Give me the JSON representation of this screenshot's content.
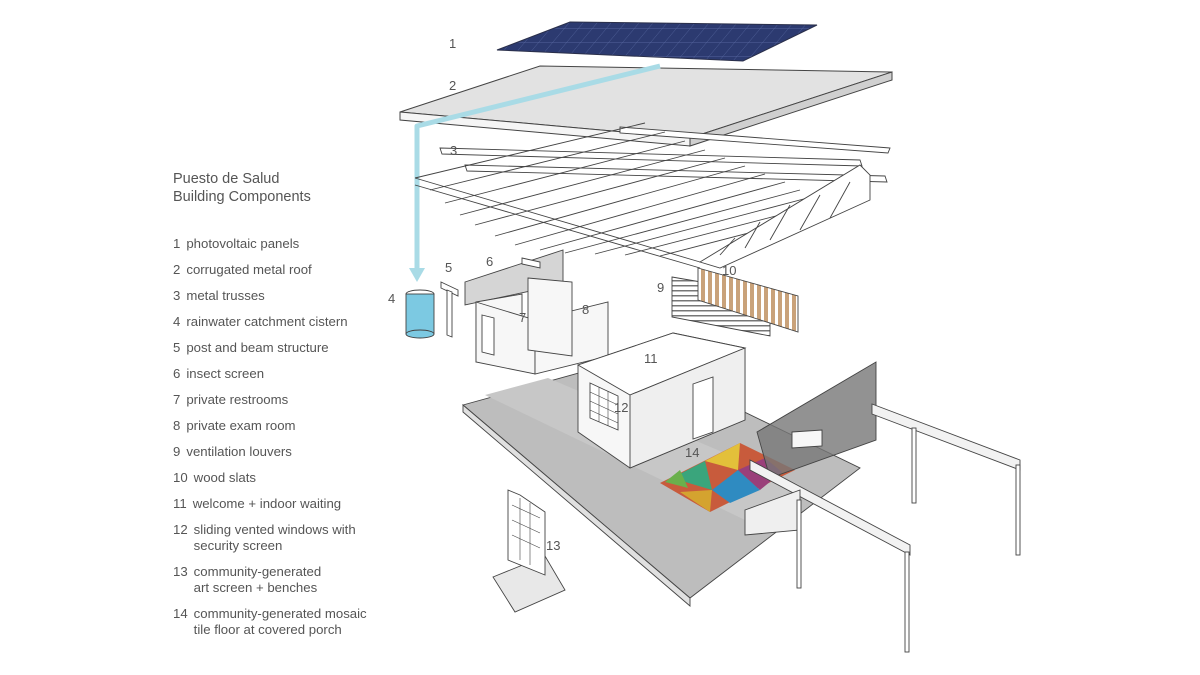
{
  "legend": {
    "title_line1": "Puesto de Salud",
    "title_line2": "Building Components",
    "items": [
      {
        "num": "1",
        "text": "photovoltaic panels"
      },
      {
        "num": "2",
        "text": "corrugated metal roof"
      },
      {
        "num": "3",
        "text": "metal trusses"
      },
      {
        "num": "4",
        "text": "rainwater catchment cistern"
      },
      {
        "num": "5",
        "text": "post and beam structure"
      },
      {
        "num": "6",
        "text": "insect screen"
      },
      {
        "num": "7",
        "text": "private restrooms"
      },
      {
        "num": "8",
        "text": "private exam room"
      },
      {
        "num": "9",
        "text": "ventilation louvers"
      },
      {
        "num": "10",
        "text": "wood slats"
      },
      {
        "num": "11",
        "text": "welcome + indoor waiting"
      },
      {
        "num": "12",
        "text": "sliding vented windows with",
        "text2": "security screen"
      },
      {
        "num": "13",
        "text": "community-generated",
        "text2": "art screen + benches"
      },
      {
        "num": "14",
        "text": "community-generated mosaic",
        "text2": "tile floor at covered porch"
      }
    ]
  },
  "callouts": [
    "1",
    "2",
    "3",
    "4",
    "5",
    "6",
    "7",
    "8",
    "9",
    "10",
    "11",
    "12",
    "13",
    "14"
  ],
  "colors": {
    "solar_panel": "#2c3a70",
    "roof": "#e2e2e2",
    "water": "#a9dbe6",
    "cistern": "#7cc9e2",
    "slab": "#bdbdbd",
    "wall": "#f7f7f7",
    "wood": "#c9a27a",
    "outline": "#444444"
  }
}
